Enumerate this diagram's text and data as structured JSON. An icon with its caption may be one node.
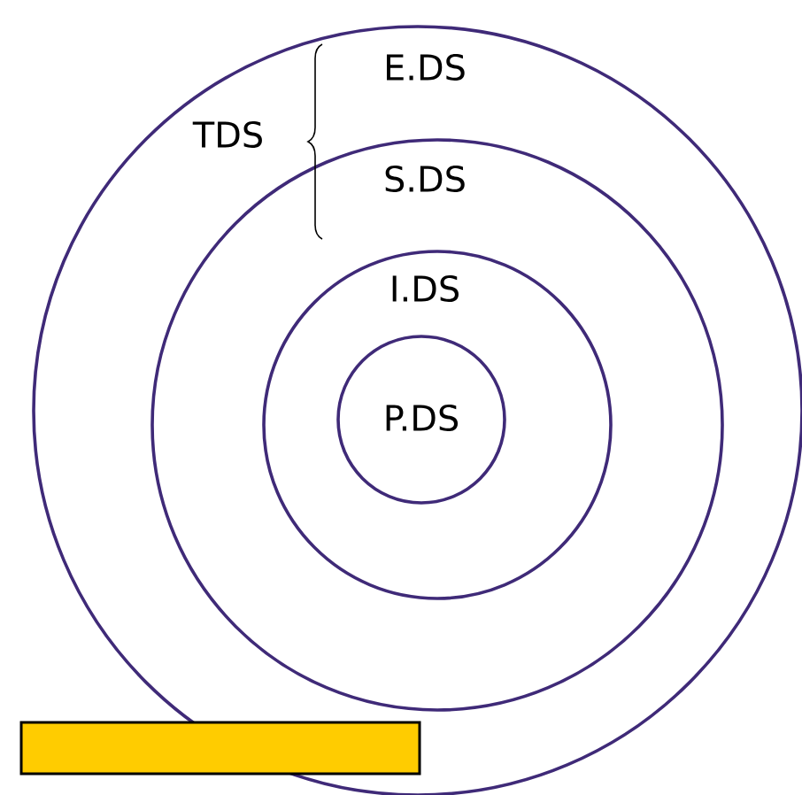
{
  "diagram": {
    "nodes": [
      {
        "text": [
          "E.DS"
        ]
      },
      {
        "text": [
          "S.DS"
        ],
        "in": 0
      },
      {
        "text": [
          "I.DS"
        ],
        "in": 1
      },
      {
        "text": [
          "P.DS"
        ],
        "in": 2
      }
    ],
    "labels": [
      "TDS"
    ]
  }
}
